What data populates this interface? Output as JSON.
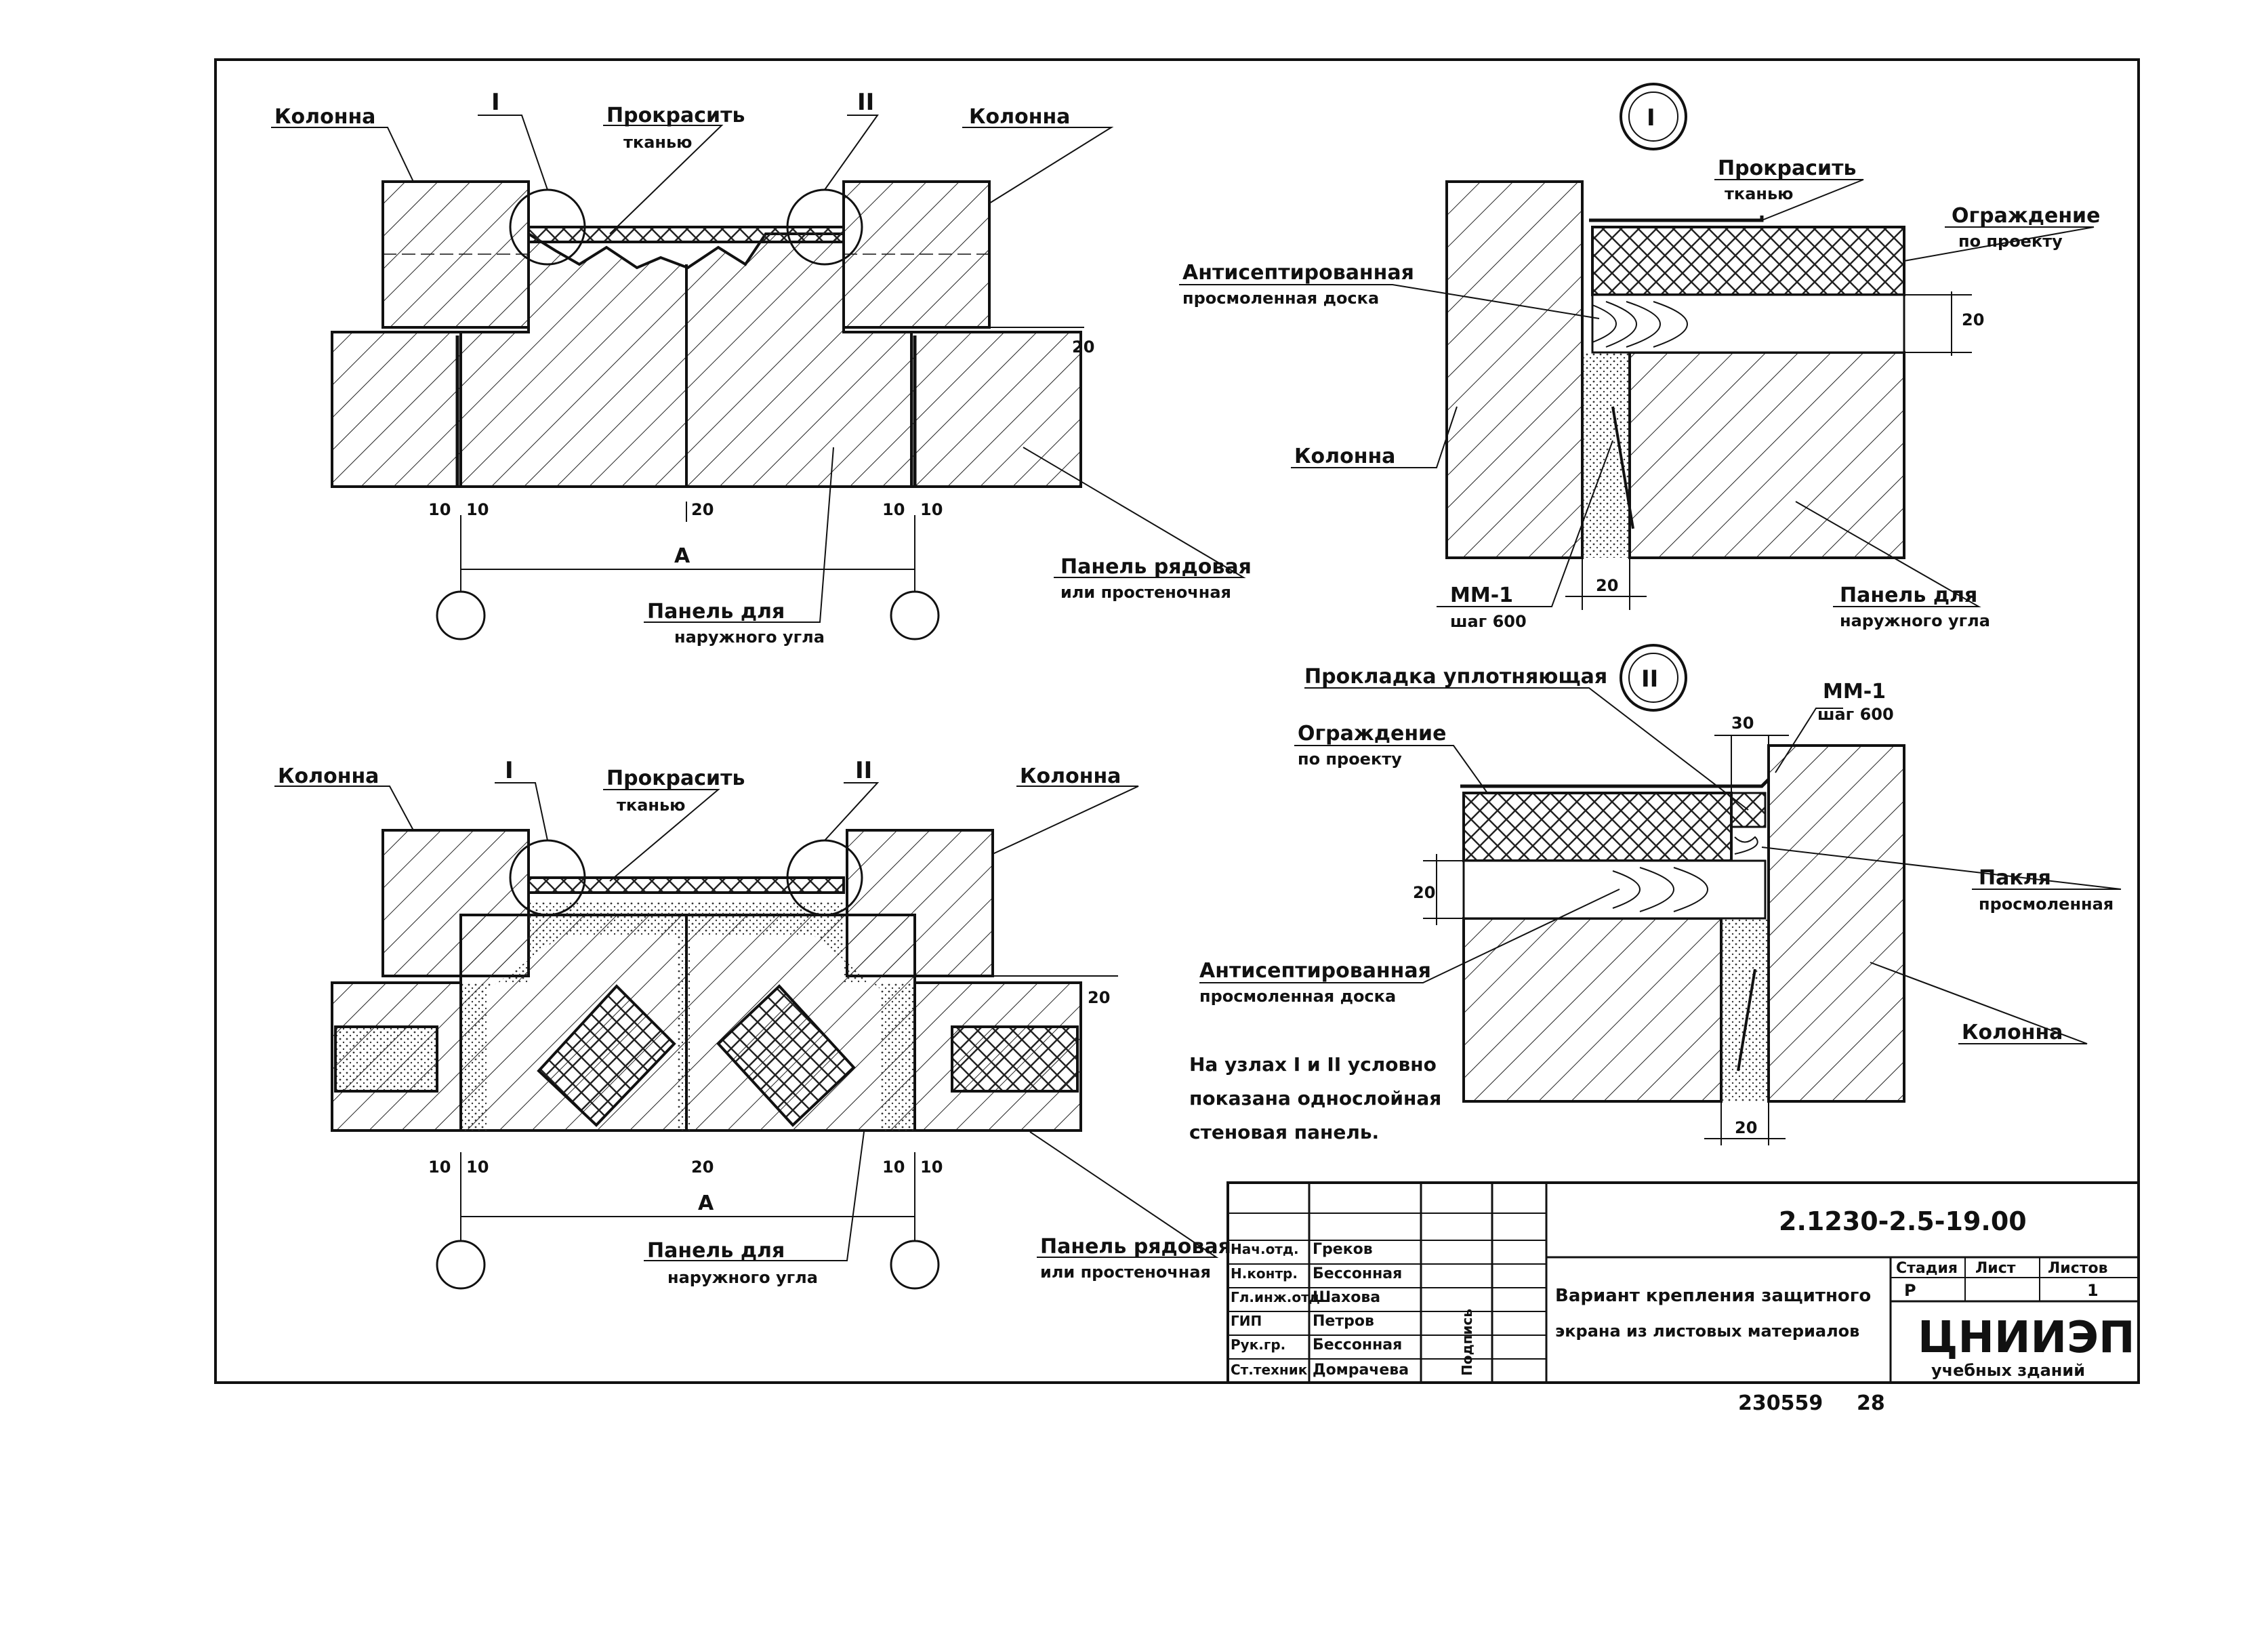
{
  "top_left": {
    "label_column_left": "Колонна",
    "label_column_right": "Колонна",
    "marker_1": "I",
    "marker_2": "II",
    "label_strip_1": "Прокрасить",
    "label_strip_2": "тканью",
    "label_panel_row_1": "Панель рядовая",
    "label_panel_row_2": "или простеночная",
    "label_panel_corner_1": "Панель для",
    "label_panel_corner_2": "наружного угла",
    "dim_10a": "10",
    "dim_10b": "10",
    "dim_20": "20",
    "dim_10c": "10",
    "dim_10d": "10",
    "dim_A": "А",
    "dim_20_right": "20"
  },
  "bottom_left": {
    "label_column_left": "Колонна",
    "label_column_right": "Колонна",
    "marker_1": "I",
    "marker_2": "II",
    "label_strip_1": "Прокрасить",
    "label_strip_2": "тканью",
    "label_panel_corner_1": "Панель для",
    "label_panel_corner_2": "наружного угла",
    "label_panel_row_1": "Панель рядовая",
    "label_panel_row_2": "или простеночная",
    "dim_10a": "10",
    "dim_10b": "10",
    "dim_20": "20",
    "dim_10c": "10",
    "dim_10d": "10",
    "dim_A": "А",
    "dim_20_right": "20",
    "note_1": "На узлах I и II условно",
    "note_2": "показана однослойная",
    "note_3": "стеновая панель."
  },
  "detail_1": {
    "marker": "I",
    "label_strip_1": "Прокрасить",
    "label_strip_2": "тканью",
    "label_fence_1": "Ограждение",
    "label_fence_2": "по проекту",
    "label_board_1": "Антисептированная",
    "label_board_2": "просмоленная доска",
    "label_column": "Колонна",
    "label_mm_1": "ММ-1",
    "label_mm_2": "шаг 600",
    "label_panel_1": "Панель для",
    "label_panel_2": "наружного угла",
    "dim_20_right": "20",
    "dim_20_bottom": "20"
  },
  "detail_2": {
    "marker": "II",
    "label_gasket": "Прокладка уплотняющая",
    "label_fence_1": "Ограждение",
    "label_fence_2": "по проекту",
    "label_mm_1": "ММ-1",
    "label_mm_2": "шаг 600",
    "dim_30": "30",
    "dim_20_left": "20",
    "label_tow_1": "Пакля",
    "label_tow_2": "просмоленная",
    "label_board_1": "Антисептированная",
    "label_board_2": "просмоленная доска",
    "label_column": "Колонна",
    "dim_20_bottom": "20"
  },
  "title_block": {
    "code": "2.1230-2.5-19.00",
    "roles": [
      "Нач.отд.",
      "Н.контр.",
      "Гл.инж.отд.",
      "ГИП",
      "Рук.гр.",
      "Ст.техник"
    ],
    "names": [
      "Греков",
      "Бессонная",
      "Шахова",
      "Петров",
      "Бессонная",
      "Домрачева"
    ],
    "signature_header": "Подпись",
    "title_1": "Вариант крепления защитного",
    "title_2": "экрана из листовых материалов",
    "h_stage": "Стадия",
    "h_sheet": "Лист",
    "h_sheets": "Листов",
    "v_stage": "Р",
    "v_sheet": "",
    "v_sheets": "1",
    "org_1": "ЦНИИЭП",
    "org_2": "учебных зданий"
  },
  "footer": {
    "inventory": "230559",
    "page": "28"
  }
}
